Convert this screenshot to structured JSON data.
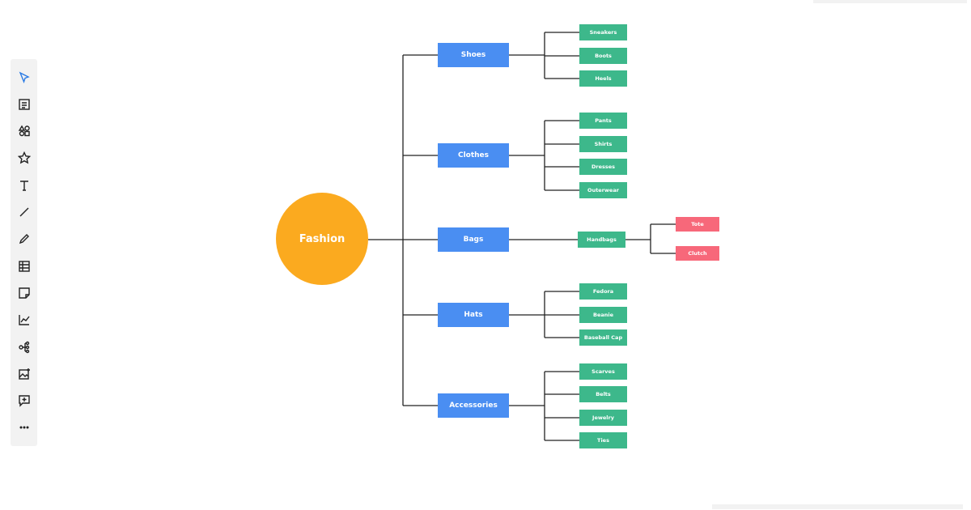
{
  "toolbar": {
    "tools": [
      "select-icon",
      "template-icon",
      "shapes-icon",
      "star-icon",
      "text-icon",
      "line-icon",
      "pen-icon",
      "table-icon",
      "sticky-note-icon",
      "chart-icon",
      "mindmap-icon",
      "image-icon",
      "comment-icon",
      "more-icon"
    ]
  },
  "mindmap": {
    "root": "Fashion",
    "colors": {
      "root": "#fbaa1f",
      "category": "#4a8ef2",
      "item": "#3db88b",
      "subitem": "#f7687a"
    },
    "categories": [
      {
        "label": "Shoes",
        "children": [
          "Sneakers",
          "Boots",
          "Heels"
        ]
      },
      {
        "label": "Clothes",
        "children": [
          "Pants",
          "Shirts",
          "Dresses",
          "Outerwear"
        ]
      },
      {
        "label": "Bags",
        "children": [
          "Handbags"
        ],
        "grandchildren": [
          "Tote",
          "Clutch"
        ]
      },
      {
        "label": "Hats",
        "children": [
          "Fedora",
          "Beanie",
          "Baseball Cap"
        ]
      },
      {
        "label": "Accessories",
        "children": [
          "Scarves",
          "Belts",
          "Jewelry",
          "Ties"
        ]
      }
    ]
  }
}
